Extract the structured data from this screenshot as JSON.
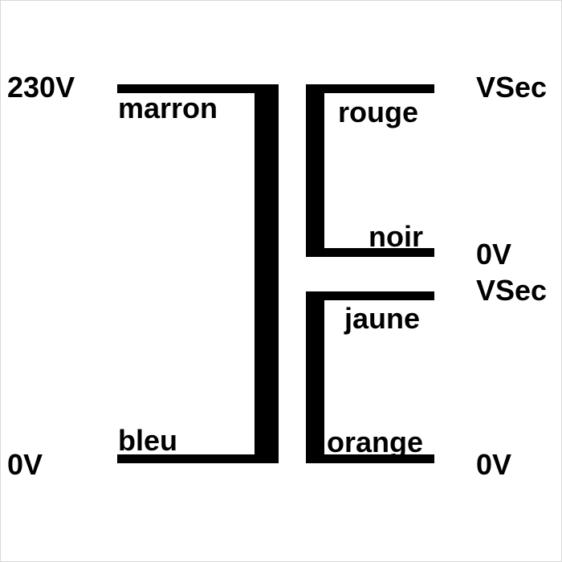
{
  "diagram": {
    "title": "transformer-wiring-diagram",
    "primary": {
      "top_voltage": "230V",
      "top_wire": "marron",
      "bottom_wire": "bleu",
      "bottom_voltage": "0V"
    },
    "secondary1": {
      "top_voltage": "VSec",
      "top_wire": "rouge",
      "bottom_wire": "noir",
      "bottom_voltage": "0V"
    },
    "secondary2": {
      "top_voltage": "VSec",
      "top_wire": "jaune",
      "bottom_wire": "orange",
      "bottom_voltage": "0V"
    },
    "colors": {
      "ink": "#000000",
      "background": "#ffffff"
    }
  }
}
